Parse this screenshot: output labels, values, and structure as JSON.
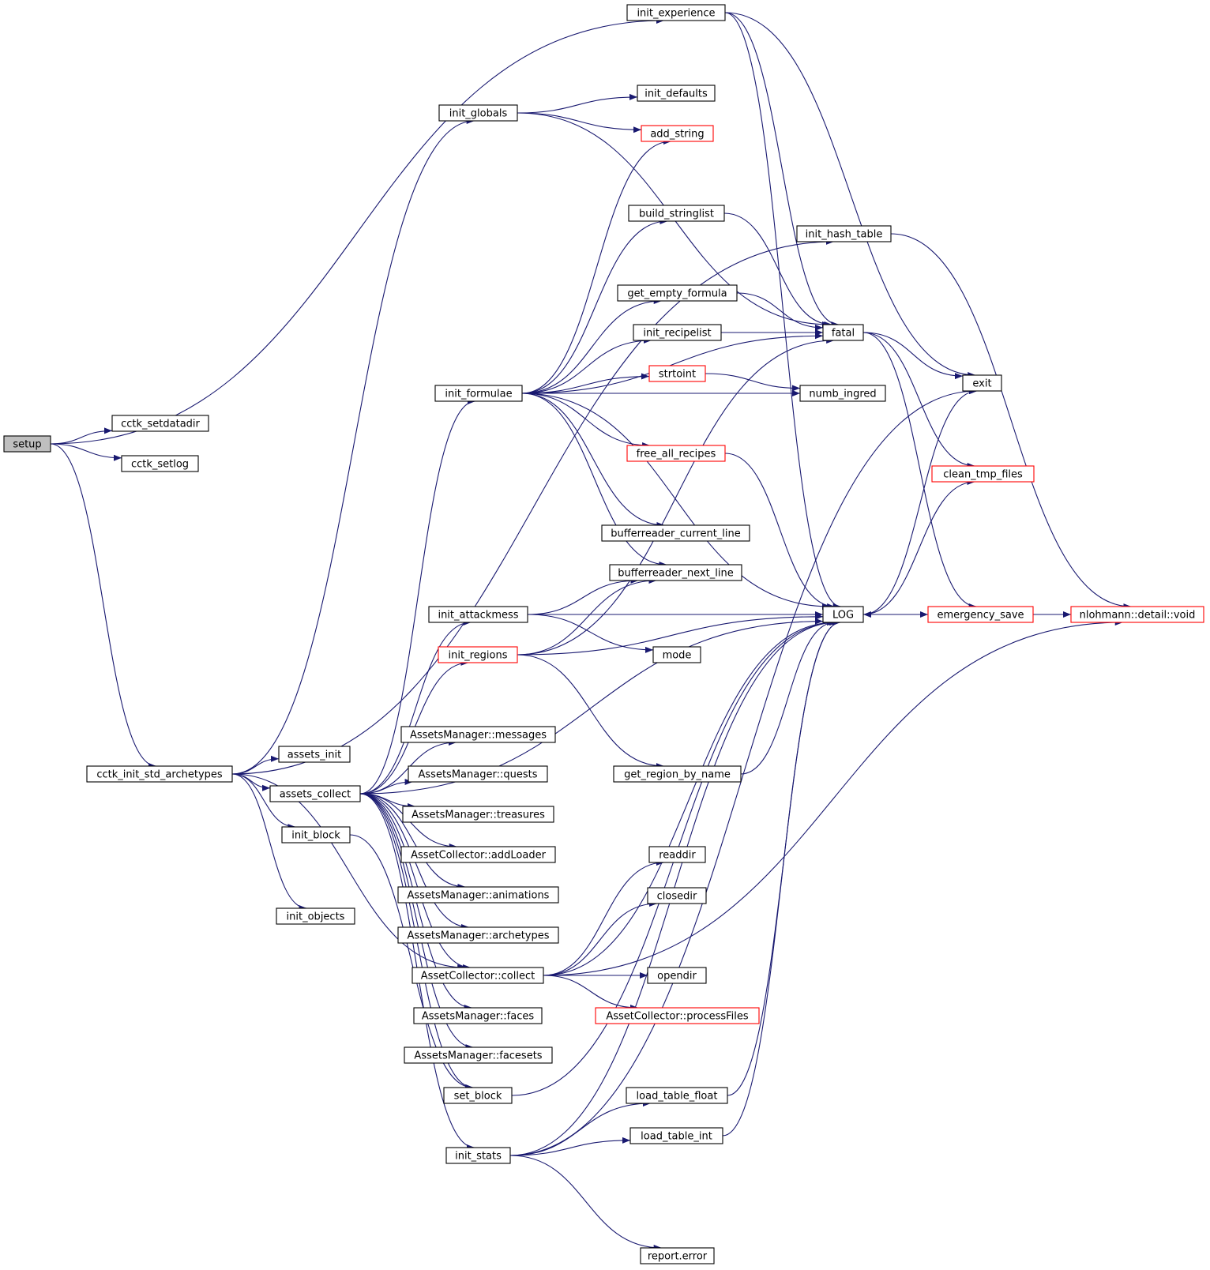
{
  "colors": {
    "edge": "#191970",
    "node_border": "#000000",
    "node_border_truncated": "#ff0000",
    "node_fill": "#ffffff",
    "root_fill": "#bfbfbf"
  },
  "nodes": [
    {
      "id": "setup",
      "label": "setup",
      "root": true
    },
    {
      "id": "cctk_setdatadir",
      "label": "cctk_setdatadir"
    },
    {
      "id": "cctk_setlog",
      "label": "cctk_setlog"
    },
    {
      "id": "cctk_init_std_archetypes",
      "label": "cctk_init_std_archetypes"
    },
    {
      "id": "init_experience",
      "label": "init_experience"
    },
    {
      "id": "init_globals",
      "label": "init_globals"
    },
    {
      "id": "init_defaults",
      "label": "init_defaults"
    },
    {
      "id": "add_string",
      "label": "add_string",
      "truncated": true
    },
    {
      "id": "build_stringlist",
      "label": "build_stringlist"
    },
    {
      "id": "init_hash_table",
      "label": "init_hash_table"
    },
    {
      "id": "get_empty_formula",
      "label": "get_empty_formula"
    },
    {
      "id": "init_recipelist",
      "label": "init_recipelist"
    },
    {
      "id": "fatal",
      "label": "fatal"
    },
    {
      "id": "strtoint",
      "label": "strtoint",
      "truncated": true
    },
    {
      "id": "exit",
      "label": "exit"
    },
    {
      "id": "init_formulae",
      "label": "init_formulae"
    },
    {
      "id": "numb_ingred",
      "label": "numb_ingred"
    },
    {
      "id": "free_all_recipes",
      "label": "free_all_recipes",
      "truncated": true
    },
    {
      "id": "clean_tmp_files",
      "label": "clean_tmp_files",
      "truncated": true
    },
    {
      "id": "bufferreader_current_line",
      "label": "bufferreader_current_line"
    },
    {
      "id": "bufferreader_next_line",
      "label": "bufferreader_next_line"
    },
    {
      "id": "init_attackmess",
      "label": "init_attackmess"
    },
    {
      "id": "LOG",
      "label": "LOG"
    },
    {
      "id": "emergency_save",
      "label": "emergency_save",
      "truncated": true
    },
    {
      "id": "nlohmann_void",
      "label": "nlohmann::detail::void",
      "truncated": true
    },
    {
      "id": "init_regions",
      "label": "init_regions",
      "truncated": true
    },
    {
      "id": "mode",
      "label": "mode"
    },
    {
      "id": "am_messages",
      "label": "AssetsManager::messages"
    },
    {
      "id": "assets_init",
      "label": "assets_init"
    },
    {
      "id": "get_region_by_name",
      "label": "get_region_by_name"
    },
    {
      "id": "am_quests",
      "label": "AssetsManager::quests"
    },
    {
      "id": "assets_collect",
      "label": "assets_collect"
    },
    {
      "id": "am_treasures",
      "label": "AssetsManager::treasures"
    },
    {
      "id": "init_block",
      "label": "init_block"
    },
    {
      "id": "ac_addLoader",
      "label": "AssetCollector::addLoader"
    },
    {
      "id": "readdir",
      "label": "readdir"
    },
    {
      "id": "am_animations",
      "label": "AssetsManager::animations"
    },
    {
      "id": "closedir",
      "label": "closedir"
    },
    {
      "id": "init_objects",
      "label": "init_objects"
    },
    {
      "id": "am_archetypes",
      "label": "AssetsManager::archetypes"
    },
    {
      "id": "ac_collect",
      "label": "AssetCollector::collect"
    },
    {
      "id": "opendir",
      "label": "opendir"
    },
    {
      "id": "am_faces",
      "label": "AssetsManager::faces"
    },
    {
      "id": "ac_processFiles",
      "label": "AssetCollector::processFiles",
      "truncated": true
    },
    {
      "id": "am_facesets",
      "label": "AssetsManager::facesets"
    },
    {
      "id": "set_block",
      "label": "set_block"
    },
    {
      "id": "load_table_float",
      "label": "load_table_float"
    },
    {
      "id": "load_table_int",
      "label": "load_table_int"
    },
    {
      "id": "init_stats",
      "label": "init_stats"
    },
    {
      "id": "report_error",
      "label": "report.error"
    }
  ],
  "edges": [
    [
      "setup",
      "init_experience"
    ],
    [
      "setup",
      "cctk_setdatadir"
    ],
    [
      "setup",
      "cctk_setlog"
    ],
    [
      "setup",
      "cctk_init_std_archetypes"
    ],
    [
      "init_experience",
      "fatal"
    ],
    [
      "init_experience",
      "exit"
    ],
    [
      "init_experience",
      "LOG"
    ],
    [
      "init_globals",
      "init_defaults"
    ],
    [
      "init_globals",
      "add_string"
    ],
    [
      "init_globals",
      "fatal"
    ],
    [
      "init_hash_table",
      "nlohmann_void"
    ],
    [
      "cctk_init_std_archetypes",
      "init_globals"
    ],
    [
      "cctk_init_std_archetypes",
      "init_hash_table"
    ],
    [
      "cctk_init_std_archetypes",
      "assets_init"
    ],
    [
      "cctk_init_std_archetypes",
      "assets_collect"
    ],
    [
      "cctk_init_std_archetypes",
      "init_block"
    ],
    [
      "cctk_init_std_archetypes",
      "init_objects"
    ],
    [
      "cctk_init_std_archetypes",
      "ac_collect"
    ],
    [
      "init_formulae",
      "add_string"
    ],
    [
      "init_formulae",
      "build_stringlist"
    ],
    [
      "init_formulae",
      "fatal"
    ],
    [
      "init_formulae",
      "get_empty_formula"
    ],
    [
      "init_formulae",
      "init_recipelist"
    ],
    [
      "init_formulae",
      "strtoint"
    ],
    [
      "init_formulae",
      "numb_ingred"
    ],
    [
      "init_formulae",
      "free_all_recipes"
    ],
    [
      "init_formulae",
      "LOG"
    ],
    [
      "init_formulae",
      "bufferreader_current_line"
    ],
    [
      "init_formulae",
      "bufferreader_next_line"
    ],
    [
      "build_stringlist",
      "fatal"
    ],
    [
      "get_empty_formula",
      "fatal"
    ],
    [
      "init_recipelist",
      "fatal"
    ],
    [
      "strtoint",
      "numb_ingred"
    ],
    [
      "free_all_recipes",
      "LOG"
    ],
    [
      "fatal",
      "exit"
    ],
    [
      "fatal",
      "clean_tmp_files"
    ],
    [
      "fatal",
      "emergency_save"
    ],
    [
      "LOG",
      "exit"
    ],
    [
      "LOG",
      "clean_tmp_files"
    ],
    [
      "LOG",
      "emergency_save"
    ],
    [
      "emergency_save",
      "LOG"
    ],
    [
      "emergency_save",
      "nlohmann_void"
    ],
    [
      "init_attackmess",
      "bufferreader_next_line"
    ],
    [
      "init_attackmess",
      "LOG"
    ],
    [
      "init_attackmess",
      "mode"
    ],
    [
      "init_regions",
      "bufferreader_next_line"
    ],
    [
      "init_regions",
      "fatal"
    ],
    [
      "init_regions",
      "LOG"
    ],
    [
      "init_regions",
      "get_region_by_name"
    ],
    [
      "get_region_by_name",
      "LOG"
    ],
    [
      "assets_collect",
      "init_formulae"
    ],
    [
      "assets_collect",
      "init_attackmess"
    ],
    [
      "assets_collect",
      "init_regions"
    ],
    [
      "assets_collect",
      "LOG"
    ],
    [
      "assets_collect",
      "am_messages"
    ],
    [
      "assets_collect",
      "am_quests"
    ],
    [
      "assets_collect",
      "am_treasures"
    ],
    [
      "assets_collect",
      "ac_addLoader"
    ],
    [
      "assets_collect",
      "am_animations"
    ],
    [
      "assets_collect",
      "am_archetypes"
    ],
    [
      "assets_collect",
      "ac_collect"
    ],
    [
      "assets_collect",
      "am_faces"
    ],
    [
      "assets_collect",
      "am_facesets"
    ],
    [
      "assets_collect",
      "set_block"
    ],
    [
      "assets_collect",
      "init_stats"
    ],
    [
      "init_block",
      "set_block"
    ],
    [
      "ac_collect",
      "readdir"
    ],
    [
      "ac_collect",
      "closedir"
    ],
    [
      "ac_collect",
      "opendir"
    ],
    [
      "ac_collect",
      "ac_processFiles"
    ],
    [
      "ac_collect",
      "LOG"
    ],
    [
      "ac_collect",
      "nlohmann_void"
    ],
    [
      "set_block",
      "LOG"
    ],
    [
      "init_stats",
      "load_table_float"
    ],
    [
      "init_stats",
      "load_table_int"
    ],
    [
      "init_stats",
      "LOG"
    ],
    [
      "init_stats",
      "exit"
    ],
    [
      "init_stats",
      "report_error"
    ],
    [
      "load_table_float",
      "LOG"
    ],
    [
      "load_table_int",
      "LOG"
    ]
  ]
}
